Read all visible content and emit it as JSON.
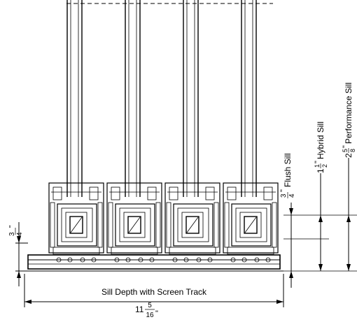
{
  "sill_labels": {
    "flush": "Flush Sill",
    "hybrid": "Hybrid Sill",
    "performance": "Performance Sill"
  },
  "fractions": {
    "flush": {
      "num": "3",
      "den": "4",
      "unit": "\""
    },
    "hybrid": {
      "whole": "1",
      "num": "1",
      "den": "2",
      "unit": "\""
    },
    "performance": {
      "whole": "2",
      "num": "5",
      "den": "8",
      "unit": "\""
    },
    "left_height": {
      "num": "3",
      "den": "4",
      "unit": "\""
    }
  },
  "bottom_dimension": {
    "label": "Sill Depth with Screen Track",
    "whole": "11",
    "num": "5",
    "den": "16",
    "unit": "\""
  },
  "panels": [
    {
      "name": "panel-1"
    },
    {
      "name": "panel-2"
    },
    {
      "name": "panel-3"
    },
    {
      "name": "panel-4"
    }
  ]
}
